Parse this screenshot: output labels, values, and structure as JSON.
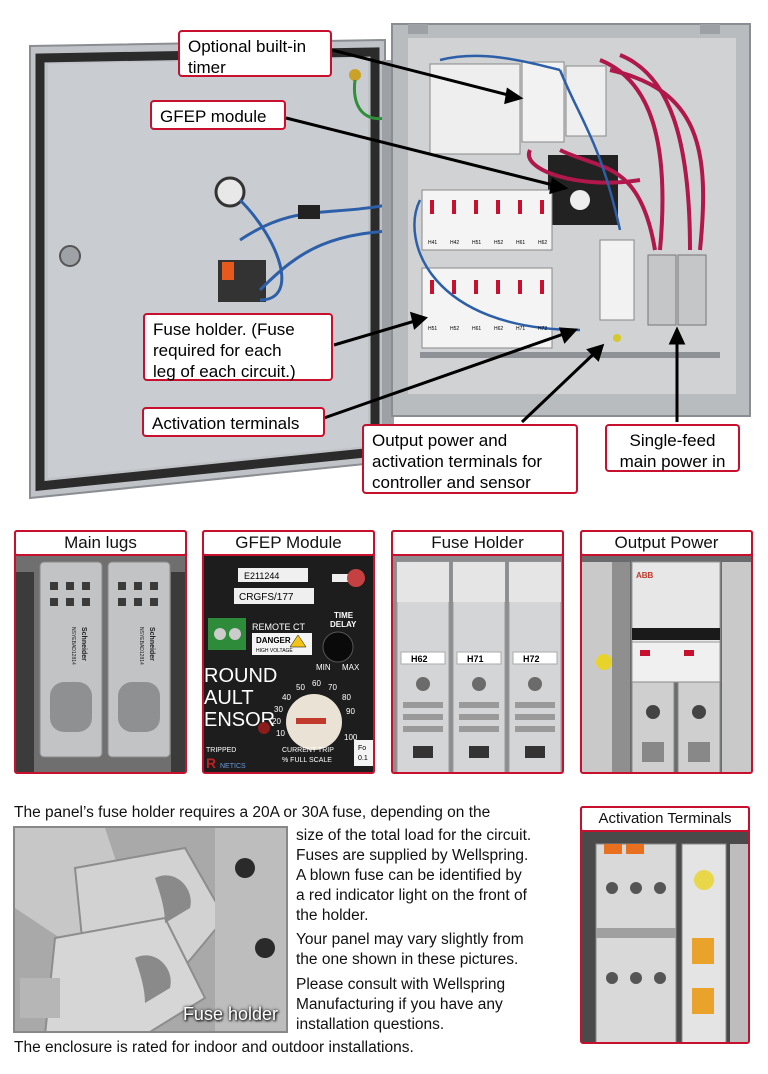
{
  "callouts": {
    "timer_line1": "Optional built-in",
    "timer_line2": "timer",
    "gfep": "GFEP module",
    "fuse_line1": "Fuse holder. (Fuse",
    "fuse_line2": "required for each",
    "fuse_line3": "leg of each circuit.)",
    "activation": "Activation terminals",
    "output_line1": "Output power and",
    "output_line2": "activation terminals for",
    "output_line3": "controller and sensor",
    "feed_line1": "Single-feed",
    "feed_line2": "main power in"
  },
  "photo_text": {
    "breaker_labels": [
      "H41",
      "H42",
      "H51",
      "H52",
      "H61",
      "H62"
    ],
    "breaker_labels_row2": [
      "H51",
      "H52",
      "H61",
      "H62",
      "H71",
      "H72"
    ]
  },
  "thumbnails": {
    "main_lugs": {
      "title": "Main lugs",
      "lug_brand": "Schneider",
      "lug_model": "NSYEBAD12814"
    },
    "gfep": {
      "title": "GFEP Module",
      "cert": "E211244",
      "model": "CRGFS/177",
      "remote_ct": "REMOTE CT",
      "danger": "DANGER",
      "high_voltage": "HIGH VOLTAGE",
      "time_delay_1": "TIME",
      "time_delay_2": "DELAY",
      "min": "MIN",
      "max": "MAX",
      "ground_1": "ROUND",
      "ground_2": "AULT",
      "ground_3": "ENSOR",
      "dial_ticks": [
        "10",
        "20",
        "30",
        "40",
        "50",
        "60",
        "70",
        "80",
        "90",
        "100"
      ],
      "tripped": "TRIPPED",
      "current_trip": "CURRENT TRIP",
      "full_scale": "% FULL SCALE",
      "brand_initial": "R",
      "brand_tail": "NETICS",
      "corner_1": "Fo",
      "corner_2": "0.1"
    },
    "fuse_holder": {
      "title": "Fuse Holder",
      "labels": [
        "H62",
        "H71",
        "H72"
      ]
    },
    "output_power": {
      "title": "Output Power",
      "brand": "ABB"
    }
  },
  "body_text": {
    "intro": "The panel’s fuse holder requires a 20A or 30A fuse, depending on the",
    "p1_lines": [
      "size of the total load for the circuit.",
      "Fuses are supplied by Wellspring.",
      "A blown fuse can be identified by",
      "a red indicator light on the front of",
      "the holder."
    ],
    "p2_lines": [
      "Your panel may vary slightly from",
      "the one shown in these pictures."
    ],
    "p3_lines": [
      "Please consult with Wellspring",
      "Manufacturing if you have any",
      "installation questions."
    ],
    "footer": "The enclosure is rated for indoor and outdoor installations.",
    "fuse_photo_label": "Fuse holder",
    "activation_title": "Activation Terminals"
  },
  "colors": {
    "callout_border": "#c8102e",
    "enclosure_grey": "#b9bcbf",
    "wire_red": "#b0174a",
    "wire_blue": "#2c5fa8"
  }
}
